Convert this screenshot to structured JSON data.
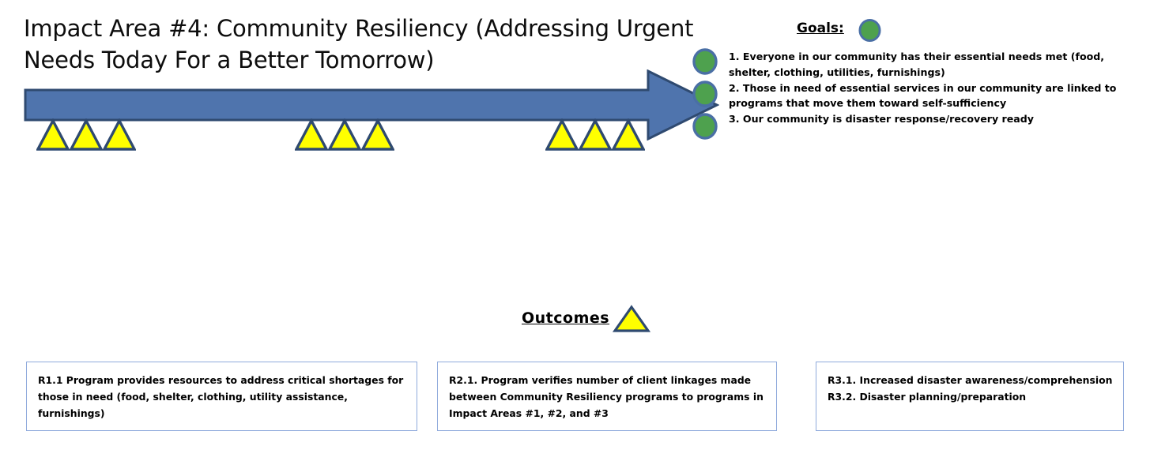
{
  "title": "Impact Area #4: Community Resiliency (Addressing Urgent Needs Today For a Better Tomorrow)",
  "colors": {
    "arrow_fill": "#4f74ad",
    "arrow_border": "#2f4a70",
    "triangle_fill": "#ffff00",
    "triangle_border": "#2f4a70",
    "circle_fill": "#4ea14e",
    "circle_ring": "#4a6fa5",
    "box_border": "#8faadc",
    "text": "#000000"
  },
  "goals": {
    "heading": "Goals:",
    "heading_icon": "green-circle-icon",
    "items": [
      "1. Everyone in our community has their essential needs met (food, shelter, clothing, utilities, furnishings)",
      "2. Those in need of essential services in our community are linked to programs that move them toward self-sufficiency",
      "3. Our community is disaster response/recovery ready"
    ]
  },
  "arrow": {
    "name": "big-blue-right-arrow",
    "triangle_groups": [
      {
        "group": 1,
        "count": 3
      },
      {
        "group": 2,
        "count": 3
      },
      {
        "group": 3,
        "count": 3
      }
    ]
  },
  "outcomes": {
    "label": "Outcomes",
    "label_icon": "yellow-triangle-icon",
    "boxes": [
      {
        "id": "R1",
        "text": "R1.1 Program provides resources to address critical shortages for those in need (food, shelter, clothing, utility assistance, furnishings)"
      },
      {
        "id": "R2",
        "text": "R2.1. Program verifies number of client linkages made between Community Resiliency programs to programs in Impact Areas #1, #2, and #3"
      },
      {
        "id": "R3",
        "line1": "R3.1. Increased disaster awareness/comprehension",
        "line2": "R3.2.  Disaster planning/preparation"
      }
    ]
  }
}
